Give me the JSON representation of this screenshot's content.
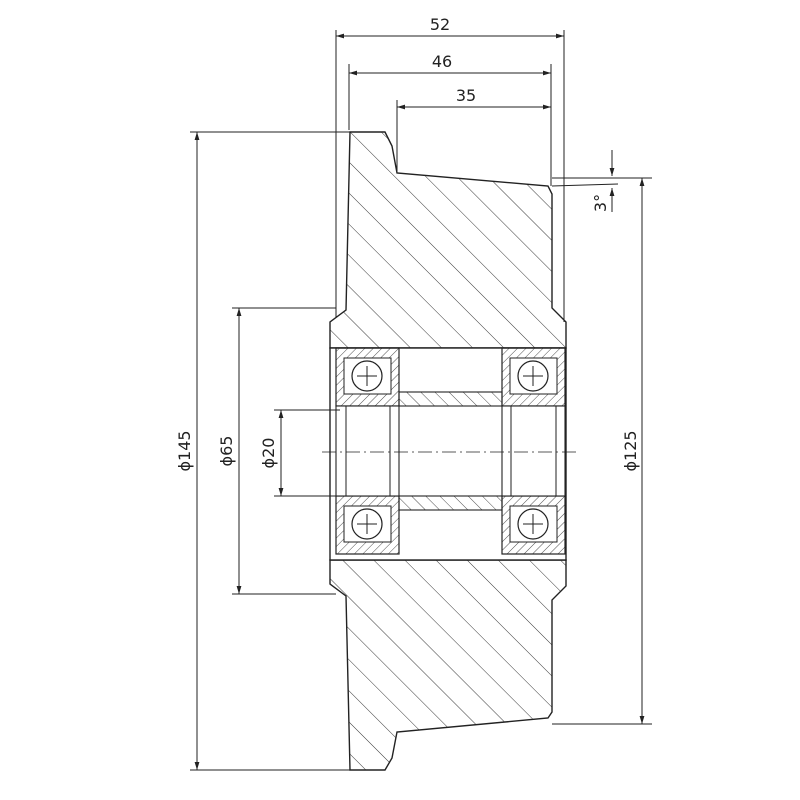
{
  "drawing": {
    "dimensions": {
      "width_overall": "52",
      "width_hub": "46",
      "width_tread": "35",
      "taper_angle": "3°",
      "dia_outer": "145",
      "dia_bearing_seat": "65",
      "dia_bore": "20",
      "dia_tread": "125"
    },
    "diameter_symbol": "ϕ",
    "colors": {
      "line": "#222222",
      "background": "#ffffff"
    }
  }
}
